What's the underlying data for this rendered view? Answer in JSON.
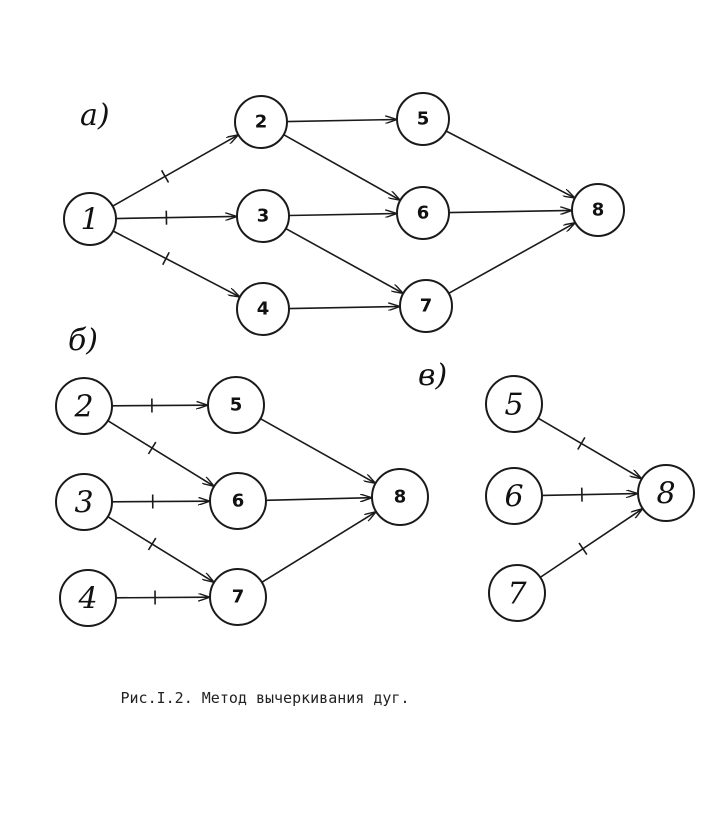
{
  "caption": "Рис.I.2. Метод вычеркивания дуг.",
  "colors": {
    "ink": "#1a1a1a",
    "paper": "#ffffff"
  },
  "panels": [
    {
      "label": "а)",
      "nodes": [
        "1",
        "2",
        "3",
        "4",
        "5",
        "6",
        "7",
        "8"
      ],
      "edges": [
        {
          "from": "1",
          "to": "2",
          "crossed": true
        },
        {
          "from": "1",
          "to": "3",
          "crossed": true
        },
        {
          "from": "1",
          "to": "4",
          "crossed": true
        },
        {
          "from": "2",
          "to": "5",
          "crossed": false
        },
        {
          "from": "2",
          "to": "6",
          "crossed": false
        },
        {
          "from": "3",
          "to": "6",
          "crossed": false
        },
        {
          "from": "3",
          "to": "7",
          "crossed": false
        },
        {
          "from": "4",
          "to": "7",
          "crossed": false
        },
        {
          "from": "5",
          "to": "8",
          "crossed": false
        },
        {
          "from": "6",
          "to": "8",
          "crossed": false
        },
        {
          "from": "7",
          "to": "8",
          "crossed": false
        }
      ]
    },
    {
      "label": "б)",
      "nodes": [
        "2",
        "3",
        "4",
        "5",
        "6",
        "7",
        "8"
      ],
      "edges": [
        {
          "from": "2",
          "to": "5",
          "crossed": true
        },
        {
          "from": "2",
          "to": "6",
          "crossed": true
        },
        {
          "from": "3",
          "to": "6",
          "crossed": true
        },
        {
          "from": "3",
          "to": "7",
          "crossed": true
        },
        {
          "from": "4",
          "to": "7",
          "crossed": true
        },
        {
          "from": "5",
          "to": "8",
          "crossed": false
        },
        {
          "from": "6",
          "to": "8",
          "crossed": false
        },
        {
          "from": "7",
          "to": "8",
          "crossed": false
        }
      ]
    },
    {
      "label": "в)",
      "nodes": [
        "5",
        "6",
        "7",
        "8"
      ],
      "edges": [
        {
          "from": "5",
          "to": "8",
          "crossed": true
        },
        {
          "from": "6",
          "to": "8",
          "crossed": true
        },
        {
          "from": "7",
          "to": "8",
          "crossed": true
        }
      ]
    }
  ]
}
